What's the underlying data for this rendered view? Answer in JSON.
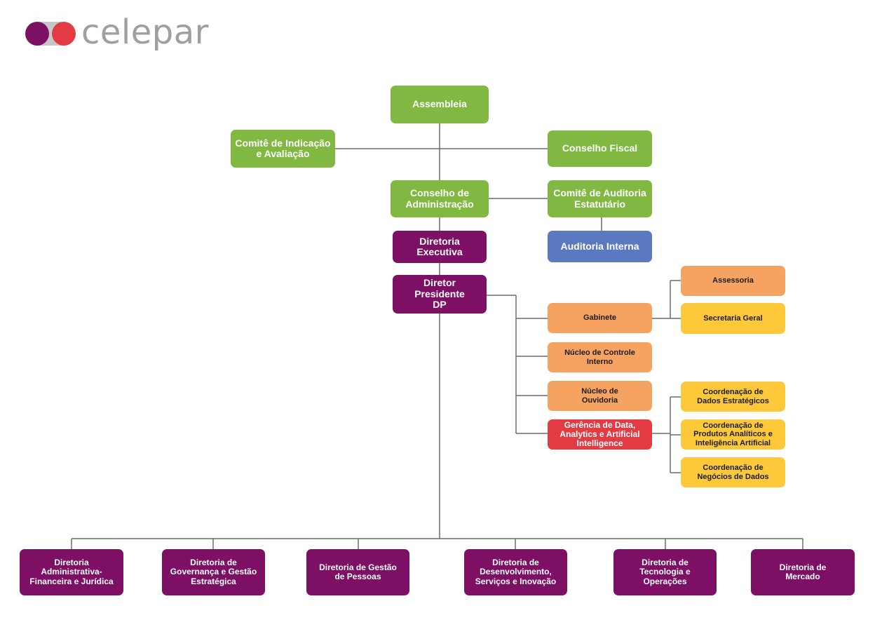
{
  "brand": {
    "name": "celepar"
  },
  "colors": {
    "green": "#80b842",
    "purple": "#7d1065",
    "blue": "#5b79c0",
    "orange": "#f6a261",
    "yellow": "#fdc93a",
    "red": "#e43a43",
    "logo_gray": "#9f9f9f"
  },
  "nodes": {
    "assembleia": "Assembleia",
    "comite_indicacao": "Comitê de Indicação e Avaliação",
    "conselho_fiscal": "Conselho Fiscal",
    "conselho_admin": "Conselho de Administração",
    "comite_auditoria": "Comitê de Auditoria Estatutário",
    "auditoria_interna": "Auditoria Interna",
    "diretoria_executiva": "Diretoria Executiva",
    "diretor_presidente": "Diretor Presidente DP",
    "gabinete": "Gabinete",
    "assessoria": "Assessoria",
    "secretaria_geral": "Secretaria Geral",
    "nucleo_controle": "Núcleo de Controle Interno",
    "nucleo_ouvidoria": "Núcleo de Ouvidoria",
    "gerencia_data": "Gerência de Data, Analytics e Artificial Intelligence",
    "coord_dados": "Coordenação de Dados Estratégicos",
    "coord_produtos": "Coordenação de Produtos Analíticos e Inteligência Artificial",
    "coord_negocios": "Coordenação de Negócios de Dados",
    "dir_admin": "Diretoria Administrativa-Financeira e Jurídica",
    "dir_governanca": "Diretoria de Governança e Gestão Estratégica",
    "dir_pessoas": "Diretoria de Gestão de Pessoas",
    "dir_desenvolvimento": "Diretoria de Desenvolvimento, Serviços e Inovação",
    "dir_tecnologia": "Diretoria de Tecnologia e Operações",
    "dir_mercado": "Diretoria de Mercado"
  }
}
